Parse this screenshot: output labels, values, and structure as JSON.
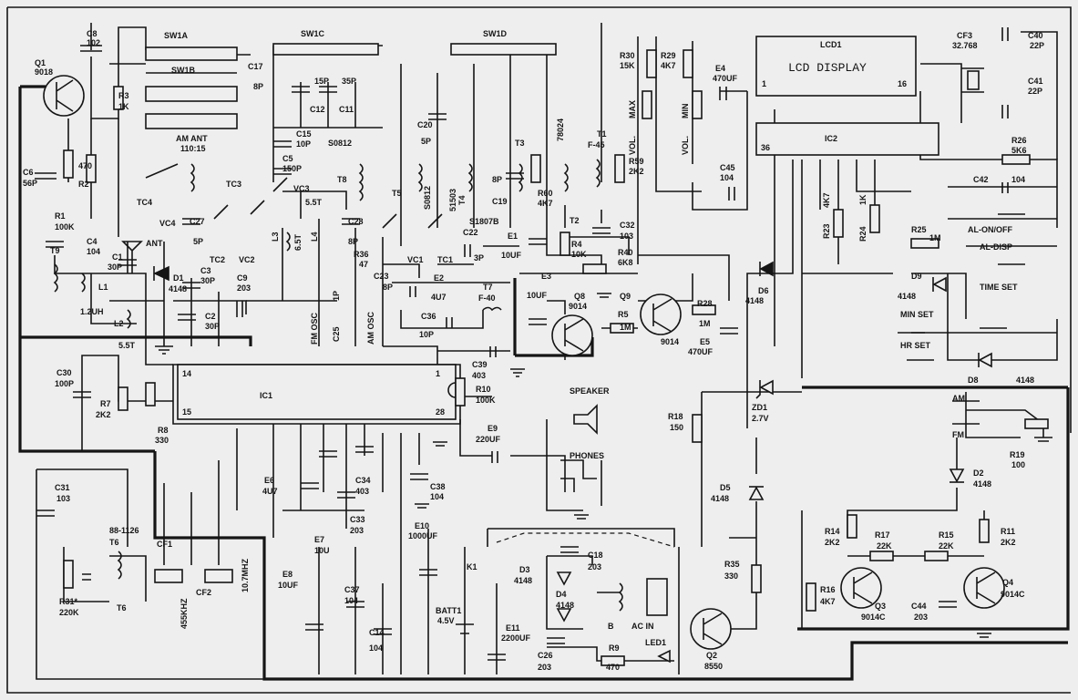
{
  "labels": {
    "c8": "C8",
    "c8v": "102",
    "q1": "Q1",
    "q1v": "9018",
    "sw1a": "SW1A",
    "sw1b": "SW1B",
    "sw1c": "SW1C",
    "sw1d": "SW1D",
    "c17": "C17",
    "c17v": "8P",
    "r3": "R3",
    "r3v": "1K",
    "c6": "C6",
    "c6v": "56P",
    "r2": "R2",
    "r2v": "470",
    "r1": "R1",
    "r1v": "100K",
    "am_ant": "AM ANT",
    "am_ant_v": "110:15",
    "tc4": "TC4",
    "tc3": "TC3",
    "tc2": "TC2",
    "tc1": "TC1",
    "vc4": "VC4",
    "vc3": "VC3",
    "vc2": "VC2",
    "vc1": "VC1",
    "c27": "C27",
    "c27v": "5P",
    "c15": "C15",
    "c15v": "10P",
    "c5": "C5",
    "c5v": "150P",
    "c12": "C12",
    "c12v": "15P",
    "c11": "C11",
    "c11v": "35P",
    "s0812a": "S0812",
    "s0812b": "S0812",
    "c20": "C20",
    "c20v": "5P",
    "t8": "T8",
    "t5": "T5",
    "t4": "T4",
    "t4v": "51503",
    "t3": "T3",
    "t2": "T2",
    "t1": "T1",
    "t1v": "F-45",
    "t7": "T7",
    "t7v": "F-40",
    "t6": "T6",
    "t6v": "88-1126",
    "t9": "T9",
    "c19": "C19",
    "c19v": "8P",
    "r60": "R60",
    "r60v": "4K7",
    "t7824": "78024",
    "s1807b": "S1807B",
    "r30": "R30",
    "r30v": "15K",
    "r29": "R29",
    "r29v": "4K7",
    "r59": "R59",
    "r59v": "2K2",
    "max": "MAX",
    "min": "MIN",
    "vol_a": "VOL.",
    "vol_b": "VOL.",
    "e4": "E4",
    "e4v": "470UF",
    "lcd1": "LCD1",
    "lcd_text": "LCD DISPLAY",
    "pin1": "1",
    "pin16": "16",
    "pin36": "36",
    "ic2": "IC2",
    "cf3": "CF3",
    "cf3v": "32.768",
    "c40": "C40",
    "c40v": "22P",
    "c41": "C41",
    "c41v": "22P",
    "r26": "R26",
    "r26v": "5K6",
    "c42": "C42",
    "c42v": "104",
    "c45": "C45",
    "c45v": "104",
    "r23": "R23",
    "r23v": "4K7",
    "r24": "R24",
    "r24v": "1K",
    "r25": "R25",
    "r25v": "1M",
    "al_onoff": "AL-ON/OFF",
    "al_disp": "AL-DISP",
    "time_set": "TIME SET",
    "min_set": "MIN SET",
    "hr_set": "HR SET",
    "d9": "D9",
    "d9v": "4148",
    "d8": "D8",
    "d8v": "4148",
    "d6": "D6",
    "d6v": "4148",
    "ant": "ANT",
    "c4": "C4",
    "c4v": "104",
    "c1": "C1",
    "c1v": "30P",
    "d1": "D1",
    "d1v": "4148",
    "l1": "L1",
    "l1v": "1.2UH",
    "l2": "L2",
    "c3": "C3",
    "c3v": "30P",
    "c2": "C2",
    "c2v": "30P",
    "c9": "C9",
    "c9v": "203",
    "l3": "L3",
    "l3v": "6.5T",
    "l4": "L4",
    "l4v": "5.5T",
    "c28": "C28",
    "c28v": "8P",
    "r36": "R36",
    "r36v": "47",
    "c22": "C22",
    "c22v": "3P",
    "e1": "E1",
    "e1v": "10UF",
    "r4": "R4",
    "r4v": "10K",
    "c32": "C32",
    "c32v": "103",
    "r40": "R40",
    "r40v": "6K8",
    "c23": "C23",
    "c23v": "8P",
    "e2": "E2",
    "e2v": "4U7",
    "e3": "E3",
    "e3v": "10UF",
    "q8": "Q8",
    "q8v": "9014",
    "q9": "Q9",
    "q9v": "9014",
    "r5": "R5",
    "r5v": "1M",
    "r28": "R28",
    "r28v": "1M",
    "e5": "E5",
    "e5v": "470UF",
    "c36": "C36",
    "c36v": "10P",
    "c39": "C39",
    "c39v": "403",
    "r10": "R10",
    "r10v": "100K",
    "fm_osc": "FM OSC",
    "am_osc": "AM OSC",
    "c1p": "1P",
    "c25": "C25",
    "t5_5": "5.5T",
    "c30": "C30",
    "c30v": "100P",
    "r7": "R7",
    "r7v": "2K2",
    "r8": "R8",
    "r8v": "330",
    "ic1": "IC1",
    "ic1p14": "14",
    "ic1p15": "15",
    "ic1p1": "1",
    "ic1p28": "28",
    "speaker": "SPEAKER",
    "phones": "PHONES",
    "e9": "E9",
    "e9v": "220UF",
    "r18": "R18",
    "r18v": "150",
    "zd1": "ZD1",
    "zd1v": "2.7V",
    "am": "AM",
    "fm": "FM",
    "r19": "R19",
    "r19v": "100",
    "d2": "D2",
    "d2v": "4148",
    "d5": "D5",
    "d5v": "4148",
    "c31": "C31",
    "c31v": "103",
    "e6": "E6",
    "e6v": "4U7",
    "c34": "C34",
    "c34v": "403",
    "c33": "C33",
    "c33v": "203",
    "e7": "E7",
    "e7v": "10U",
    "c38": "C38",
    "c38v": "104",
    "e10": "E10",
    "e10v": "1000UF",
    "cf1": "CF1",
    "cf1v": "455KHZ",
    "cf2": "CF2",
    "cf2v": "10.7MHZ",
    "r31": "R31*",
    "r31v": "220K",
    "e8": "E8",
    "e8v": "10UF",
    "c37": "C37",
    "c37v": "104",
    "c14": "C14",
    "c14v": "104",
    "k1": "K1",
    "batt1": "BATT1",
    "batt1v": "4.5V",
    "e11": "E11",
    "e11v": "2200UF",
    "d3": "D3",
    "d3v": "4148",
    "d4": "D4",
    "d4v": "4148",
    "c18": "C18",
    "c18v": "203",
    "c26": "C26",
    "c26v": "203",
    "b": "B",
    "ac_in": "AC  IN",
    "r9": "R9",
    "r9v": "470",
    "led1": "LED1",
    "q2": "Q2",
    "q2v": "8550",
    "r35": "R35",
    "r35v": "330",
    "r14": "R14",
    "r14v": "2K2",
    "r17": "R17",
    "r17v": "22K",
    "r15": "R15",
    "r15v": "22K",
    "r11": "R11",
    "r11v": "2K2",
    "r16": "R16",
    "r16v": "4K7",
    "q3": "Q3",
    "q3v": "9014C",
    "c44": "C44",
    "c44v": "203",
    "q4": "Q4",
    "q4v": "9014C"
  }
}
